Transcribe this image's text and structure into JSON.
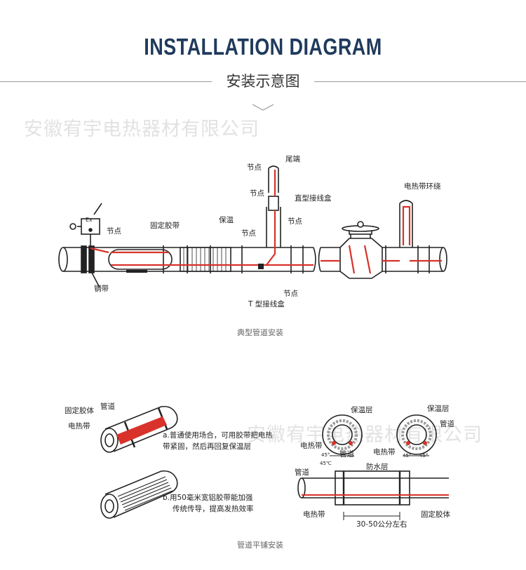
{
  "header": {
    "title": "INSTALLATION DIAGRAM",
    "subtitle": "安装示意图"
  },
  "watermark": "安徽宥宇电热器材有限公司",
  "diagram1": {
    "labels": {
      "ex": "Ex",
      "node1": "节点",
      "fixing_tape": "固定胶带",
      "insulation": "保温",
      "node2": "节点",
      "tail": "尾端",
      "node3": "节点",
      "straight_box": "直型接线盒",
      "node4": "节点",
      "node5": "节点",
      "node6": "节点",
      "t_box": "T 型接线盒",
      "steel_band": "钢带",
      "wrap": "电热带环绕"
    },
    "caption": "典型管道安装"
  },
  "diagram2": {
    "labels": {
      "glue": "固定胶体",
      "pipe1": "管道",
      "heater1": "电热带",
      "note_a1": "a.普通使用场合，可用胶带把电热",
      "note_a2": "带紧固，然后再回复保温层",
      "note_b1": "b.用50毫米宽铝胶带能加强",
      "note_b2": "传统传导，提高发热效率",
      "insul_a": "保温层",
      "heater_a": "电热带",
      "pipe_a": "管道",
      "angle_a1": "45°",
      "angle_a2": "45℃",
      "insul_b": "保温层",
      "pipe_b": "管道",
      "heater_b": "电热带",
      "angle_b1": "45°",
      "angle_b2": "45°",
      "pipe_c": "管道",
      "waterproof": "防水层",
      "heater_c": "电热带",
      "glue_c": "固定胶体",
      "spacing": "30-50公分左右"
    },
    "caption": "管道平铺安装"
  }
}
